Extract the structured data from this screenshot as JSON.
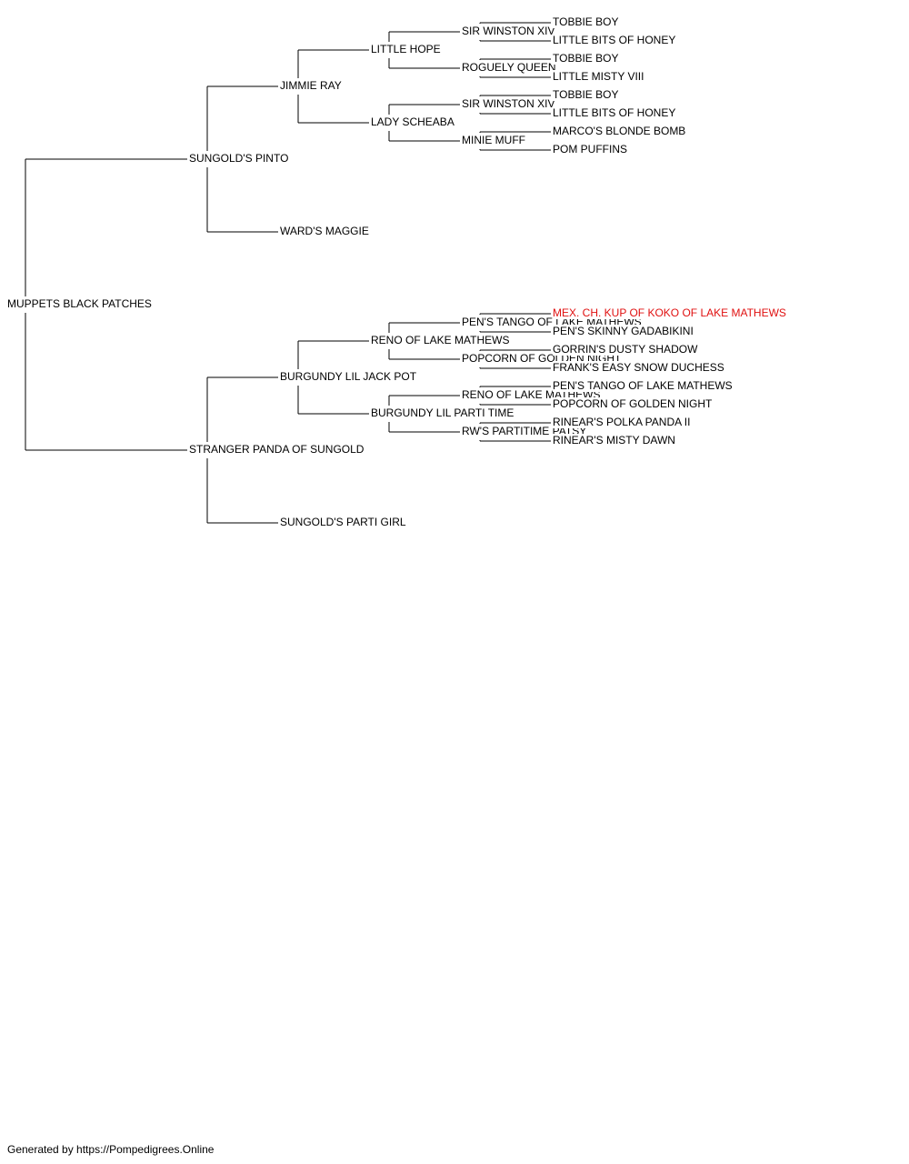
{
  "pedigree": {
    "name": "MUPPETS BLACK PATCHES",
    "sire": {
      "name": "SUNGOLD'S PINTO",
      "sire": {
        "name": "JIMMIE RAY",
        "sire": {
          "name": "LITTLE HOPE",
          "sire": {
            "name": "SIR WINSTON XIV",
            "sire": {
              "name": "TOBBIE BOY"
            },
            "dam": {
              "name": "LITTLE BITS OF HONEY"
            }
          },
          "dam": {
            "name": "ROGUELY QUEEN",
            "sire": {
              "name": "TOBBIE BOY"
            },
            "dam": {
              "name": "LITTLE MISTY VIII"
            }
          }
        },
        "dam": {
          "name": "LADY SCHEABA",
          "sire": {
            "name": "SIR WINSTON XIV",
            "sire": {
              "name": "TOBBIE BOY"
            },
            "dam": {
              "name": "LITTLE BITS OF HONEY"
            }
          },
          "dam": {
            "name": "MINIE MUFF",
            "sire": {
              "name": "MARCO'S BLONDE BOMB"
            },
            "dam": {
              "name": "POM PUFFINS"
            }
          }
        }
      },
      "dam": {
        "name": "WARD'S MAGGIE"
      }
    },
    "dam": {
      "name": "STRANGER PANDA OF SUNGOLD",
      "sire": {
        "name": "BURGUNDY LIL JACK POT",
        "sire": {
          "name": "RENO OF LAKE MATHEWS",
          "sire": {
            "name": "PEN'S TANGO OF LAKE MATHEWS",
            "sire": {
              "name": "MEX. CH. KUP OF KOKO OF LAKE MATHEWS",
              "highlight": true
            },
            "dam": {
              "name": "PEN'S SKINNY GADABIKINI"
            }
          },
          "dam": {
            "name": "POPCORN OF GOLDEN NIGHT",
            "sire": {
              "name": "GORRIN'S DUSTY SHADOW"
            },
            "dam": {
              "name": "FRANK'S EASY SNOW DUCHESS"
            }
          }
        },
        "dam": {
          "name": "BURGUNDY LIL PARTI TIME",
          "sire": {
            "name": "RENO OF LAKE MATHEWS",
            "sire": {
              "name": "PEN'S TANGO OF LAKE MATHEWS"
            },
            "dam": {
              "name": "POPCORN OF GOLDEN NIGHT"
            }
          },
          "dam": {
            "name": "RW'S PARTITIME PATSY",
            "sire": {
              "name": "RINEAR'S POLKA PANDA II"
            },
            "dam": {
              "name": "RINEAR'S MISTY DAWN"
            }
          }
        }
      },
      "dam": {
        "name": "SUNGOLD'S PARTI GIRL"
      }
    }
  },
  "colors": {
    "line": "#000000",
    "highlight": "#e01010",
    "text": "#000000"
  },
  "footer": "Generated by https://Pompedigrees.Online"
}
